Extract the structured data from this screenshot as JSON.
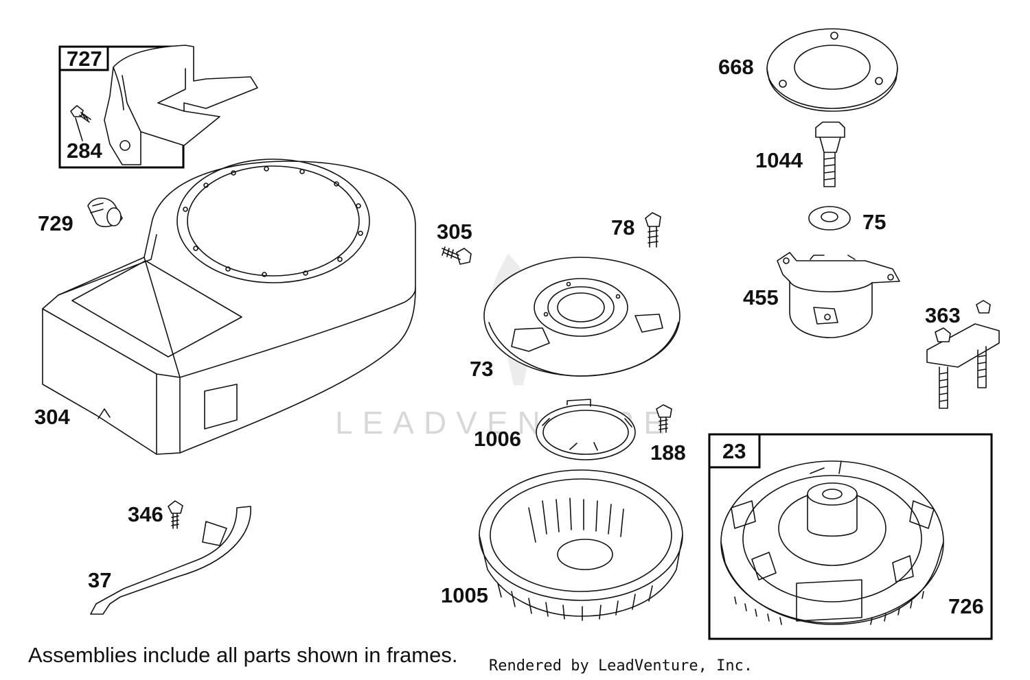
{
  "watermark": "LEADVENTURE",
  "footer": {
    "note": "Assemblies include all parts shown in frames.",
    "credit": "Rendered by LeadVenture, Inc."
  },
  "frames": {
    "f727": "727",
    "f23": "23"
  },
  "parts": {
    "p284": "284",
    "p729": "729",
    "p304": "304",
    "p346": "346",
    "p37": "37",
    "p305": "305",
    "p78": "78",
    "p73": "73",
    "p1006": "1006",
    "p188": "188",
    "p1005": "1005",
    "p668": "668",
    "p1044": "1044",
    "p75": "75",
    "p455": "455",
    "p363": "363",
    "p726": "726"
  }
}
